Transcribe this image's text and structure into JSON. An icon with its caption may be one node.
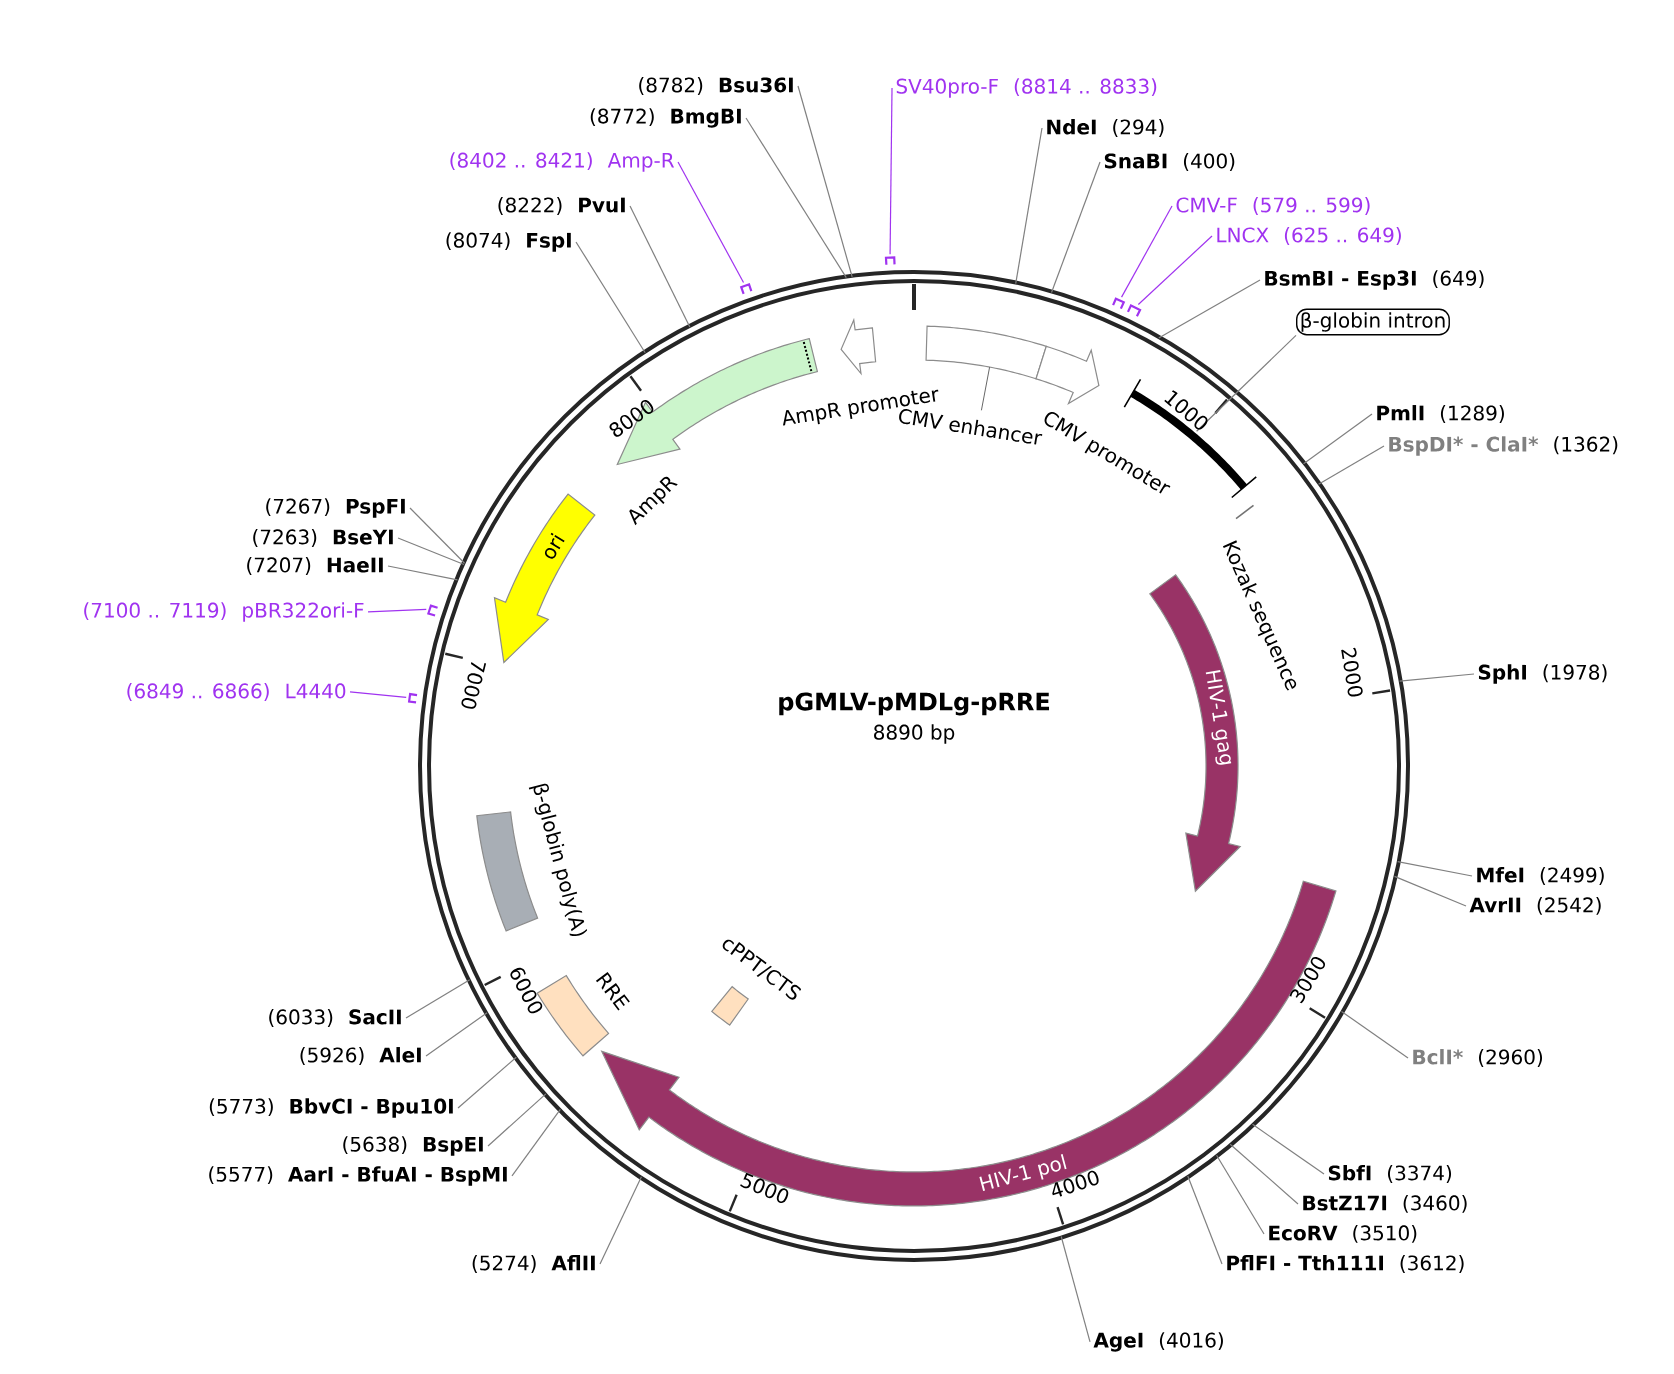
{
  "diagram": {
    "title": "pGMLV-pMDLg-pRRE",
    "nodes": [
      {
        "text": [
          "SV40pro-F",
          "(8814 .. 8833)"
        ]
      },
      {
        "text": [
          "NdeI",
          "(294)"
        ]
      },
      {
        "text": [
          "SnaBI",
          "(400)"
        ]
      },
      {
        "text": [
          "CMV-F",
          "(579 .. 599)"
        ]
      },
      {
        "text": [
          "LNCX",
          "(625 .. 649)"
        ]
      },
      {
        "text": [
          "BsmBI - Esp3I",
          "(649)"
        ]
      },
      {
        "text": [
          "β-globin intron"
        ]
      },
      {
        "text": [
          "PmlI",
          "(1289)"
        ]
      },
      {
        "text": [
          "BspDI* - ClaI*",
          "(1362)"
        ]
      },
      {
        "text": [
          "SphI",
          "(1978)"
        ]
      },
      {
        "text": [
          "MfeI",
          "(2499)"
        ]
      },
      {
        "text": [
          "AvrII",
          "(2542)"
        ]
      },
      {
        "text": [
          "BclI*",
          "(2960)"
        ]
      },
      {
        "text": [
          "SbfI",
          "(3374)"
        ]
      },
      {
        "text": [
          "BstZ17I",
          "(3460)"
        ]
      },
      {
        "text": [
          "EcoRV",
          "(3510)"
        ]
      },
      {
        "text": [
          "PflFI - Tth111I",
          "(3612)"
        ]
      },
      {
        "text": [
          "AgeI",
          "(4016)"
        ]
      },
      {
        "text": [
          "(5274)",
          "AflII"
        ]
      },
      {
        "text": [
          "(5577)",
          "AarI - BfuAI - BspMI"
        ]
      },
      {
        "text": [
          "(5638)",
          "BspEI"
        ]
      },
      {
        "text": [
          "(5773)",
          "BbvCI - Bpu10I"
        ]
      },
      {
        "text": [
          "(5926)",
          "AleI"
        ]
      },
      {
        "text": [
          "(6033)",
          "SacII"
        ]
      },
      {
        "text": [
          "(6849 .. 6866)",
          "L4440"
        ]
      },
      {
        "text": [
          "(7100 .. 7119)",
          "pBR322ori-F"
        ]
      },
      {
        "text": [
          "(7207)",
          "HaeII"
        ]
      },
      {
        "text": [
          "(7263)",
          "BseYI"
        ]
      },
      {
        "text": [
          "(7267)",
          "PspFI"
        ]
      },
      {
        "text": [
          "(8074)",
          "FspI"
        ]
      },
      {
        "text": [
          "(8222)",
          "PvuI"
        ]
      },
      {
        "text": [
          "(8402 .. 8421)",
          "Amp-R"
        ]
      },
      {
        "text": [
          "(8772)",
          "BmgBI"
        ]
      },
      {
        "text": [
          "(8782)",
          "Bsu36I"
        ]
      },
      {
        "text": [
          "AmpR promoter"
        ]
      },
      {
        "text": [
          "AmpR"
        ]
      },
      {
        "text": [
          "CMV enhancer"
        ]
      },
      {
        "text": [
          "CMV promoter"
        ]
      },
      {
        "text": [],
        "shape": "bar"
      },
      {
        "text": [
          "Kozak sequence"
        ]
      },
      {
        "text": [
          "HIV-1 gag"
        ]
      },
      {
        "text": [
          "HIV-1 pol"
        ]
      },
      {
        "text": [
          "cPPT/CTS"
        ]
      },
      {
        "text": [
          "RRE"
        ]
      },
      {
        "text": [
          "β-globin poly(A)"
        ]
      },
      {
        "text": [
          "ori"
        ]
      },
      {
        "text": [],
        "shape": "bar"
      },
      {
        "text": [],
        "shape": "bar"
      },
      {
        "text": [],
        "shape": "bar"
      },
      {
        "text": [],
        "shape": "bar"
      },
      {
        "text": [],
        "shape": "bar"
      },
      {
        "text": [],
        "shape": "bar"
      }
    ],
    "edges": [
      {
        "from": 0,
        "to": 49,
        "arrow": "none",
        "color": "#a033f0"
      },
      {
        "from": 1,
        "to": null,
        "arrow": "none"
      },
      {
        "from": 2,
        "to": null,
        "arrow": "none"
      },
      {
        "from": 3,
        "to": 50,
        "arrow": "none",
        "color": "#a033f0"
      },
      {
        "from": 4,
        "to": 51,
        "arrow": "none",
        "color": "#a033f0"
      },
      {
        "from": 5,
        "to": null,
        "arrow": "none"
      },
      {
        "from": 6,
        "to": 38,
        "arrow": "none"
      },
      {
        "from": 7,
        "to": null,
        "arrow": "none"
      },
      {
        "from": 8,
        "to": null,
        "arrow": "none"
      },
      {
        "from": 9,
        "to": null,
        "arrow": "none"
      },
      {
        "from": 10,
        "to": null,
        "arrow": "none"
      },
      {
        "from": 11,
        "to": null,
        "arrow": "none"
      },
      {
        "from": 12,
        "to": null,
        "arrow": "none"
      },
      {
        "from": 13,
        "to": null,
        "arrow": "none"
      },
      {
        "from": 14,
        "to": null,
        "arrow": "none"
      },
      {
        "from": 15,
        "to": null,
        "arrow": "none"
      },
      {
        "from": 16,
        "to": null,
        "arrow": "none"
      },
      {
        "from": 17,
        "to": null,
        "arrow": "none"
      },
      {
        "from": 18,
        "to": null,
        "arrow": "none"
      },
      {
        "from": 19,
        "to": null,
        "arrow": "none"
      },
      {
        "from": 20,
        "to": null,
        "arrow": "none"
      },
      {
        "from": 21,
        "to": null,
        "arrow": "none"
      },
      {
        "from": 22,
        "to": null,
        "arrow": "none"
      },
      {
        "from": 23,
        "to": null,
        "arrow": "none"
      },
      {
        "from": 24,
        "to": 46,
        "arrow": "none",
        "color": "#a033f0"
      },
      {
        "from": 25,
        "to": 47,
        "arrow": "none",
        "color": "#a033f0"
      },
      {
        "from": 26,
        "to": null,
        "arrow": "none"
      },
      {
        "from": 27,
        "to": null,
        "arrow": "none"
      },
      {
        "from": 28,
        "to": null,
        "arrow": "none"
      },
      {
        "from": 29,
        "to": null,
        "arrow": "none"
      },
      {
        "from": 30,
        "to": null,
        "arrow": "none"
      },
      {
        "from": 31,
        "to": 48,
        "arrow": "none",
        "color": "#a033f0"
      },
      {
        "from": 32,
        "to": null,
        "arrow": "none"
      },
      {
        "from": 33,
        "to": null,
        "arrow": "none"
      }
    ],
    "labels": [
      "8890 bp",
      "1000",
      "2000",
      "3000",
      "4000",
      "5000",
      "6000",
      "7000",
      "8000"
    ]
  }
}
